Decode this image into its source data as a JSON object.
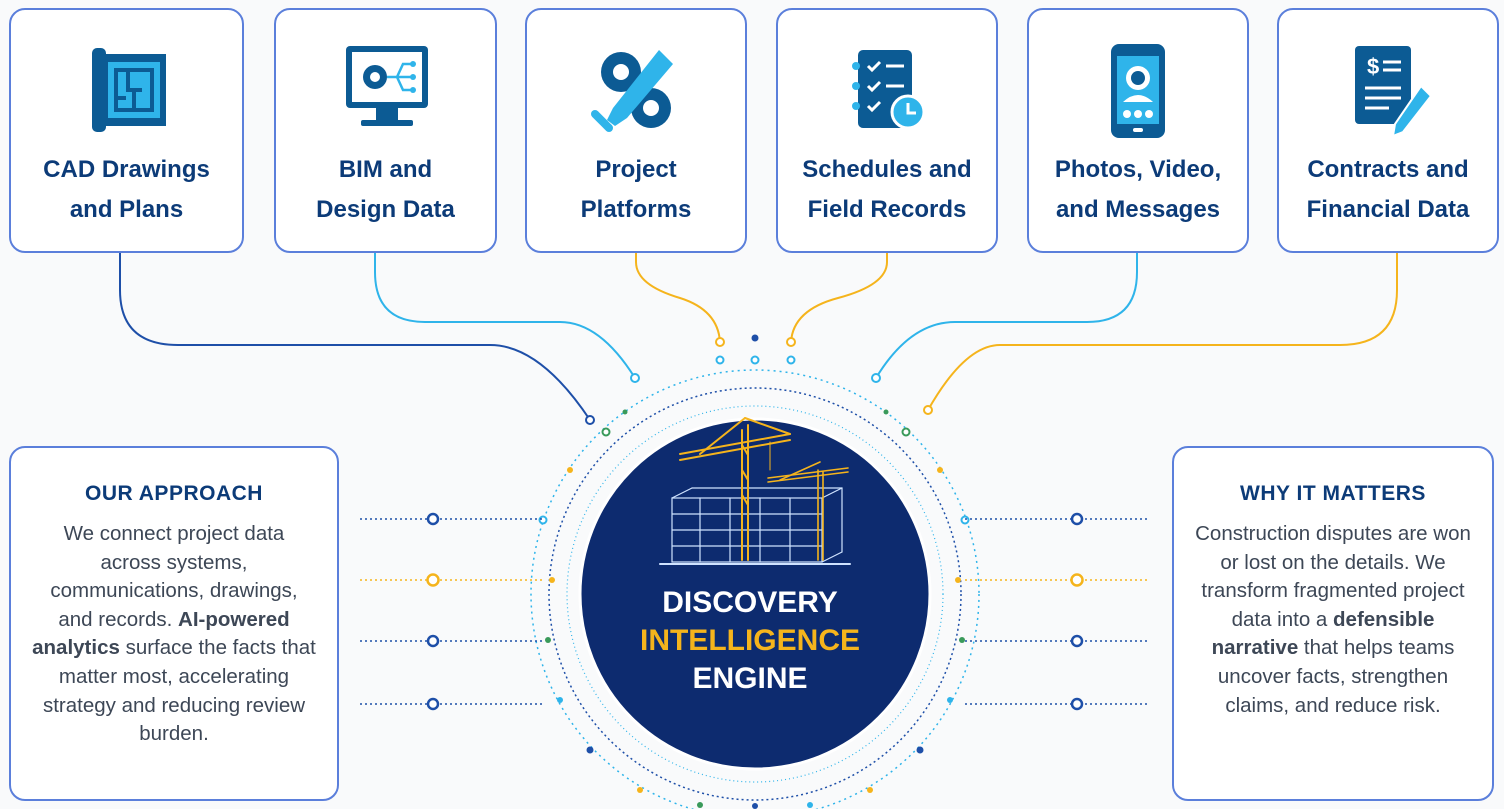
{
  "sources": [
    {
      "label": "CAD Drawings\nand Plans",
      "icon": "blueprint-icon"
    },
    {
      "label": "BIM and\nDesign Data",
      "icon": "monitor-gear-icon"
    },
    {
      "label": "Project\nPlatforms",
      "icon": "gears-wrench-icon"
    },
    {
      "label": "Schedules and\nField Records",
      "icon": "checklist-clock-icon"
    },
    {
      "label": "Photos, Video,\nand Messages",
      "icon": "video-call-phone-icon"
    },
    {
      "label": "Contracts and\nFinancial Data",
      "icon": "contract-dollar-pen-icon"
    }
  ],
  "approach": {
    "heading": "OUR APPROACH",
    "text_before": "We connect project data across systems, communications, drawings, and records. ",
    "bold": "AI-powered analytics",
    "text_after": " surface the facts that matter most, accelerating strategy and reducing review burden."
  },
  "matters": {
    "heading": "WHY IT MATTERS",
    "text_before": "Construction disputes are won or lost on the details. We transform fragmented project data into a ",
    "bold": "defensible narrative",
    "text_after": " that helps teams uncover facts, strengthen claims, and reduce risk."
  },
  "engine": {
    "line1": "DISCOVERY",
    "line2": "INTELLIGENCE",
    "line3": "ENGINE",
    "image": "construction-cranes-illustration"
  },
  "colors": {
    "navy": "#0c3b78",
    "engine_bg": "#0d2b6f",
    "gold": "#f5b41c",
    "light_blue": "#2fb4ea",
    "border": "#5b7fdb"
  }
}
